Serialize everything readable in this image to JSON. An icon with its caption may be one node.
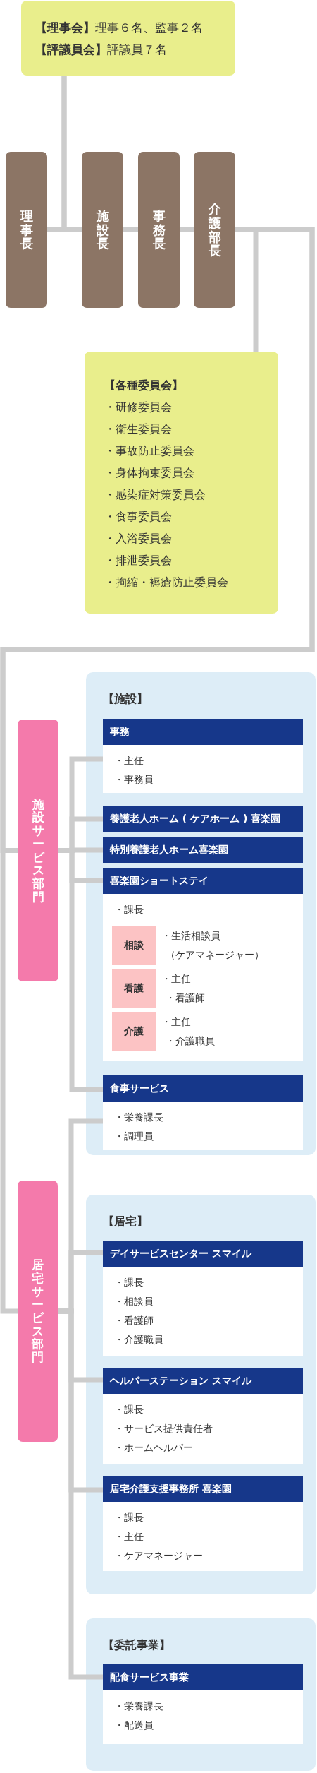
{
  "diagram": {
    "nodes": [
      {
        "text": [
          "**【理事会】**理事６名、監事２名",
          "**【評議員会】**評議員７名"
        ]
      },
      {
        "text": [
          "理事長"
        ]
      },
      {
        "text": [
          "施設長"
        ]
      },
      {
        "text": [
          "事務長"
        ]
      },
      {
        "text": [
          "介護部長"
        ]
      },
      {
        "text": [
          "【各種委員会】",
          "・研修委員会",
          "・衛生委員会",
          "・事故防止委員会",
          "・身体拘束委員会",
          "・感染症対策委員会",
          "・食事委員会",
          "・入浴委員会",
          "・排泄委員会",
          "・拘縮・褥瘡防止委員会"
        ]
      },
      {
        "text": [
          "施設サービス部門"
        ]
      },
      {
        "text": [
          "【施設】"
        ]
      },
      {
        "text": [
          "事務",
          "・主任",
          "・事務員"
        ],
        "in": 7
      },
      {
        "text": [
          "養護老人ホーム ( ケアホーム ) 喜楽園"
        ],
        "in": 7
      },
      {
        "text": [
          "特別養護老人ホーム喜楽園"
        ],
        "in": 7
      },
      {
        "text": [
          "喜楽園ショートステイ",
          "・課長"
        ],
        "in": 7
      },
      {
        "text": [
          "相談"
        ],
        "in": 11,
        "beside": [
          "・生活相談員",
          "（ケアマネージャー）"
        ]
      },
      {
        "text": [
          "看護"
        ],
        "in": 11,
        "beside": [
          "・主任",
          "・看護師"
        ]
      },
      {
        "text": [
          "介護"
        ],
        "in": 11,
        "beside": [
          "・主任",
          "・介護職員"
        ]
      },
      {
        "text": [
          "食事サービス",
          "・栄養課長",
          "・調理員"
        ],
        "in": 7
      },
      {
        "text": [
          "居宅サービス部門"
        ]
      },
      {
        "text": [
          "【居宅】"
        ]
      },
      {
        "text": [
          "デイサービスセンター スマイル",
          "・課長",
          "・相談員",
          "・看護師",
          "・介護職員"
        ],
        "in": 17
      },
      {
        "text": [
          "ヘルパーステーション スマイル",
          "・課長",
          "・サービス提供責任者",
          "・ホームヘルパー"
        ],
        "in": 17
      },
      {
        "text": [
          "居宅介護支援事務所 喜楽園",
          "・課長",
          "・主任",
          "・ケアマネージャー"
        ],
        "in": 17
      },
      {
        "text": [
          "【委託事業】"
        ]
      },
      {
        "text": [
          "配食サービス事業",
          "・栄養課長",
          "・配送員"
        ],
        "in": 21
      }
    ],
    "edges": [
      {
        "from": 0,
        "to": 1,
        "arrow": "none"
      },
      {
        "from": 0,
        "to": 2,
        "arrow": "none"
      },
      {
        "from": 2,
        "to": 3,
        "arrow": "none"
      },
      {
        "from": 3,
        "to": 4,
        "arrow": "none"
      },
      {
        "from": 4,
        "to": 5,
        "arrow": "none"
      },
      {
        "from": 4,
        "to": 6,
        "arrow": "none"
      },
      {
        "from": 4,
        "to": 16,
        "arrow": "none"
      },
      {
        "from": 6,
        "to": 8,
        "arrow": "none"
      },
      {
        "from": 6,
        "to": 9,
        "arrow": "none"
      },
      {
        "from": 6,
        "to": 10,
        "arrow": "none"
      },
      {
        "from": 6,
        "to": 11,
        "arrow": "none"
      },
      {
        "from": 6,
        "to": 15,
        "arrow": "none"
      },
      {
        "from": 16,
        "to": 15,
        "arrow": "none"
      },
      {
        "from": 16,
        "to": 18,
        "arrow": "none"
      },
      {
        "from": 16,
        "to": 19,
        "arrow": "none"
      },
      {
        "from": 16,
        "to": 20,
        "arrow": "none"
      },
      {
        "from": 16,
        "to": 22,
        "arrow": "none"
      }
    ]
  }
}
